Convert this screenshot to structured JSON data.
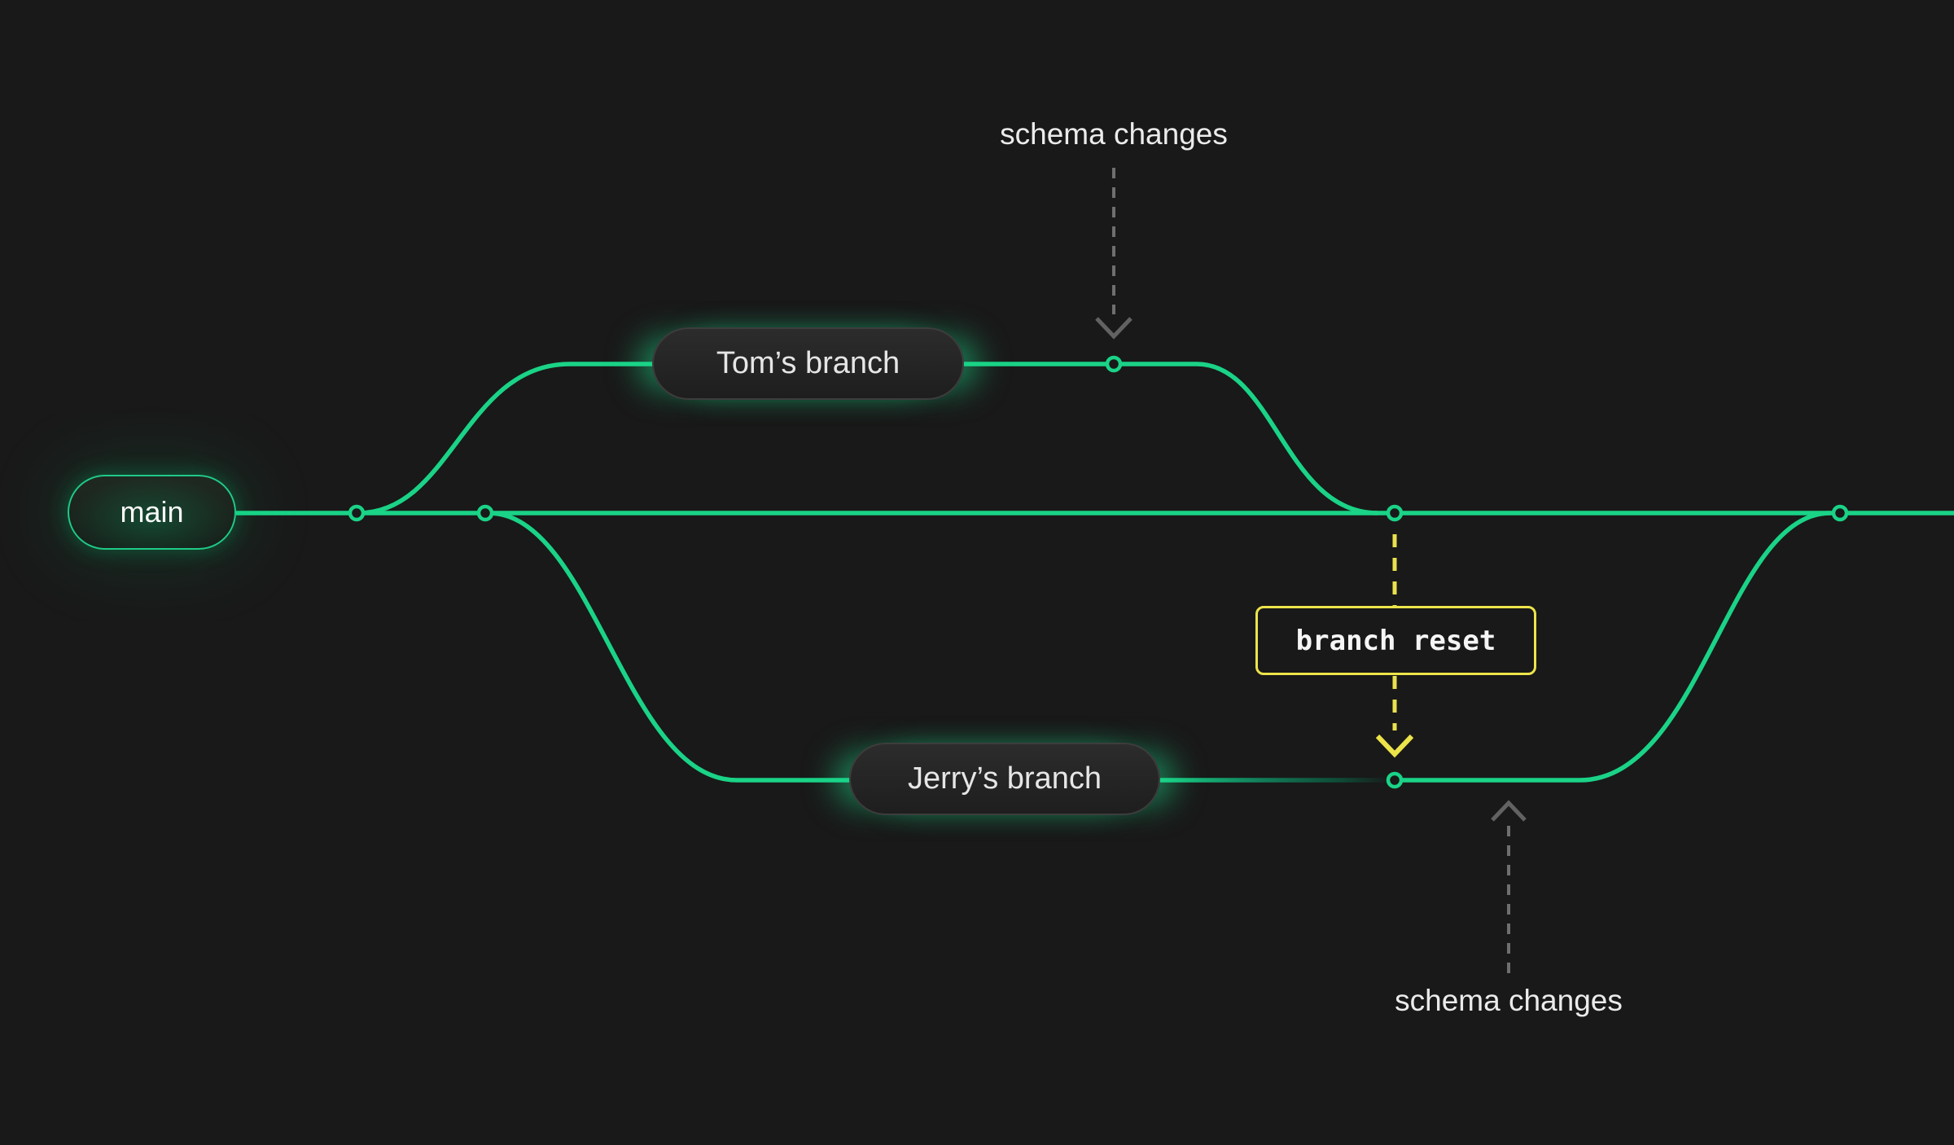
{
  "page": {
    "background": "#191919",
    "colors": {
      "branch_green": "#1ad387",
      "accent_yellow": "#ece44a",
      "arrow_gray": "#6f6f6f",
      "label_text": "#ebebeb"
    }
  },
  "branches": {
    "main_label": "main",
    "tom_label": "Tom’s branch",
    "jerry_label": "Jerry’s branch"
  },
  "annotations": {
    "schema_changes_top": "schema changes",
    "schema_changes_bottom": "schema changes",
    "branch_reset": "branch reset"
  }
}
